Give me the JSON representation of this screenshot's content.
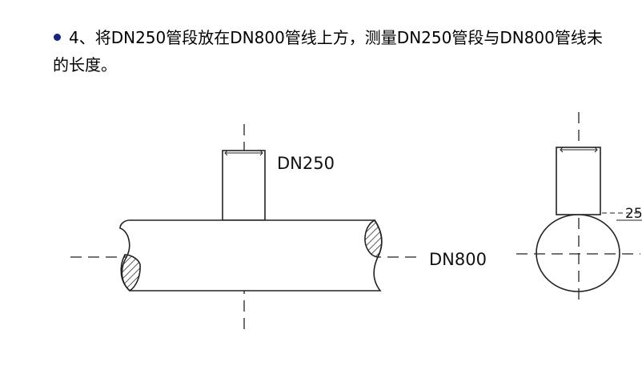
{
  "step": {
    "line1": "4、将DN250管段放在DN800管线上方，测量DN250管段与DN800管线未",
    "line2": "的长度。"
  },
  "drawing": {
    "left_label_small_pipe": "DN250",
    "left_label_main_pipe": "DN800",
    "right_partial_label": "25"
  },
  "colors": {
    "bullet": "#1a237e",
    "lines": "#222222"
  }
}
